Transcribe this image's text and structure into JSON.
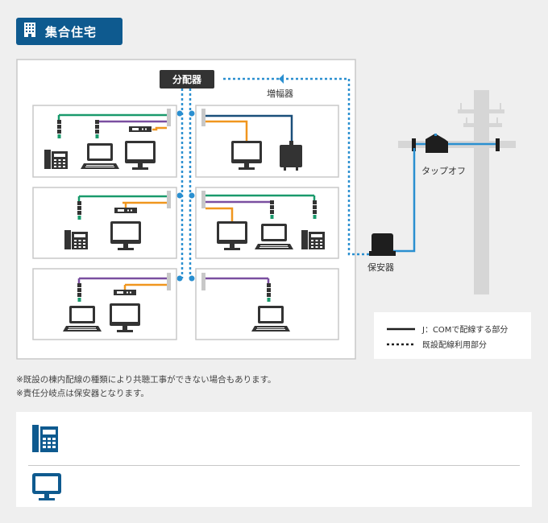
{
  "section": {
    "title": "集合住宅",
    "icon": "building-icon"
  },
  "diagram": {
    "distributor_label": "分配器",
    "amplifier_label": "増幅器",
    "tapoff_label": "タップオフ",
    "protector_label": "保安器",
    "legend": {
      "solid_label": "J：COMで配線する部分",
      "dotted_label": "既設配線利用部分"
    },
    "colors": {
      "telephone_line": "#1a9a6c",
      "internet_line": "#7a4fa0",
      "tv_line": "#f0961e",
      "amplifier_line": "#1a4f7a",
      "cable": "#2a8fd0",
      "brand": "#0e5a8f"
    }
  },
  "notes": [
    "※既設の棟内配線の種類により共聴工事ができない場合もあります。",
    "※責任分岐点は保安器となります。"
  ],
  "service_legend": [
    {
      "icon": "telephone-icon",
      "label": ""
    },
    {
      "icon": "tv-monitor-icon",
      "label": ""
    }
  ]
}
